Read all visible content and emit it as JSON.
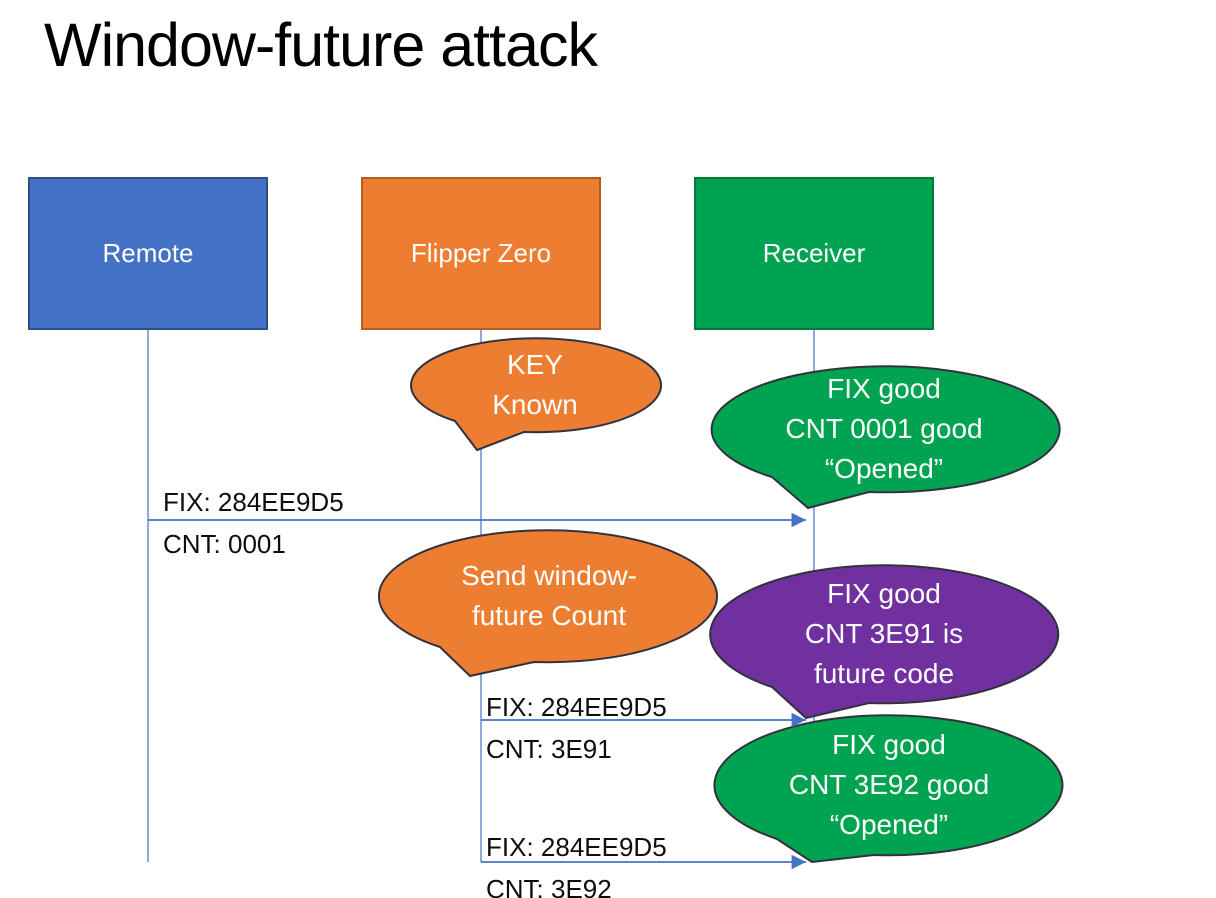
{
  "title": "Window-future attack",
  "colors": {
    "blue": "#4472C4",
    "orange": "#ED7D31",
    "green": "#00A350",
    "purple": "#7030A0",
    "outline": "#32323d",
    "connector": "#4472C4",
    "text_light": "#FFFFFF",
    "text_dark": "#000000"
  },
  "actors": [
    {
      "id": "remote",
      "label": "Remote",
      "color": "blue"
    },
    {
      "id": "flipper-zero",
      "label": "Flipper Zero",
      "color": "orange"
    },
    {
      "id": "receiver",
      "label": "Receiver",
      "color": "green"
    }
  ],
  "callouts": [
    {
      "id": "key-known",
      "color": "orange",
      "lines": [
        "KEY",
        "Known"
      ]
    },
    {
      "id": "fix-good-cnt-0001",
      "color": "green",
      "lines": [
        "FIX good",
        "CNT 0001 good",
        "“Opened”"
      ]
    },
    {
      "id": "send-window-future",
      "color": "orange",
      "lines": [
        "Send window-",
        "future Count"
      ]
    },
    {
      "id": "fix-good-cnt-3e91",
      "color": "purple",
      "lines": [
        "FIX good",
        "CNT 3E91 is",
        "future code"
      ]
    },
    {
      "id": "fix-good-cnt-3e92",
      "color": "green",
      "lines": [
        "FIX good",
        "CNT 3E92 good",
        "“Opened”"
      ]
    }
  ],
  "messages": [
    {
      "from": "remote",
      "to": "receiver",
      "lines": [
        "FIX: 284EE9D5",
        "CNT: 0001"
      ]
    },
    {
      "from": "flipper-zero",
      "to": "receiver",
      "lines": [
        "FIX: 284EE9D5",
        "CNT: 3E91"
      ]
    },
    {
      "from": "flipper-zero",
      "to": "receiver",
      "lines": [
        "FIX: 284EE9D5",
        "CNT: 3E92"
      ]
    }
  ]
}
